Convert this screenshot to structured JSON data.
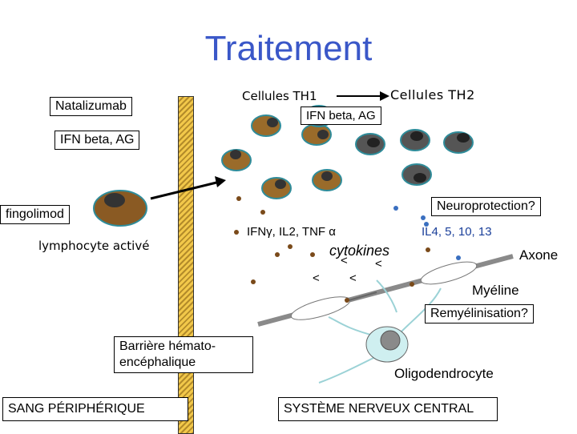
{
  "title": "Traitement",
  "labels": {
    "natalizumab": "Natalizumab",
    "ifn_left": "IFN beta, AG",
    "fingolimod": "fingolimod",
    "lymphocyte": "lymphocyte activé",
    "th1": "Cellules TH1",
    "th2": "Cellules TH2",
    "ifn_top": "IFN beta, AG",
    "neuroprotection": "Neuroprotection?",
    "ifn_gamma": "IFNγ, IL2, TNF α",
    "il4": "IL4, 5, 10, 13",
    "cytokines": "cytokines",
    "axone": "Axone",
    "myeline": "Myéline",
    "remyelinisation": "Remyélinisation?",
    "barriere": "Barrière hémato-\nencéphalique",
    "oligodendrocyte": "Oligodendrocyte",
    "sang": "SANG PÉRIPHÉRIQUE",
    "snc": "SYSTÈME NERVEUX CENTRAL",
    "chevron": "<"
  },
  "colors": {
    "title": "#3a57c8",
    "cell_body": "#9a6b2a",
    "cell_nucleus": "#333333",
    "th2_body": "#444444",
    "cell_ring": "#2f8c9a",
    "axon": "#8a8a8a",
    "oligodendrocyte": "#cfeff0",
    "barrier": "#f2c84a"
  }
}
